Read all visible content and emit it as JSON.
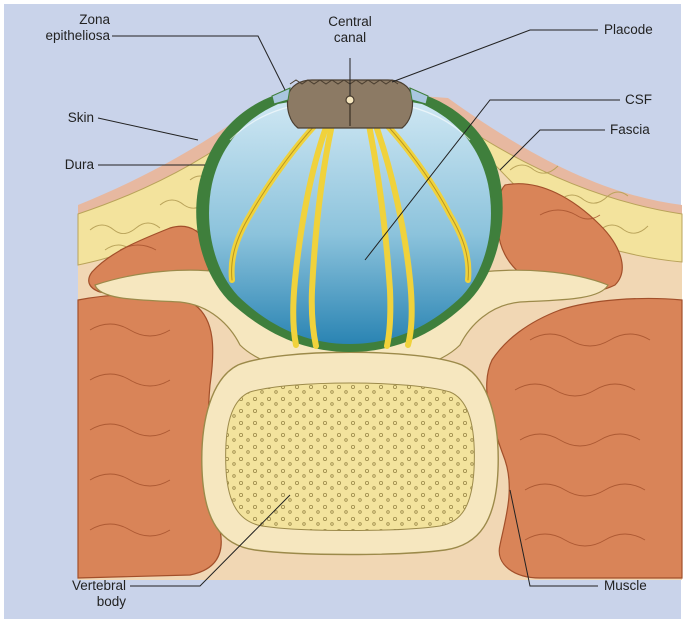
{
  "labels": {
    "zona_line1": "Zona",
    "zona_line2": "epitheliosa",
    "central_line1": "Central",
    "central_line2": "canal",
    "placode": "Placode",
    "skin": "Skin",
    "csf": "CSF",
    "fascia": "Fascia",
    "dura": "Dura",
    "vertebral_line1": "Vertebral",
    "vertebral_line2": "body",
    "muscle": "Muscle"
  },
  "colors": {
    "background": "#c9d3ea",
    "skin": "#eec9b0",
    "fat": "#f3e6a8",
    "muscle": "#d9875a",
    "bone": "#f4dfa5",
    "dura": "#3f7f3c",
    "csf": "#8cc6de",
    "nerve": "#f0d23c",
    "placode": "#8c7a64"
  }
}
